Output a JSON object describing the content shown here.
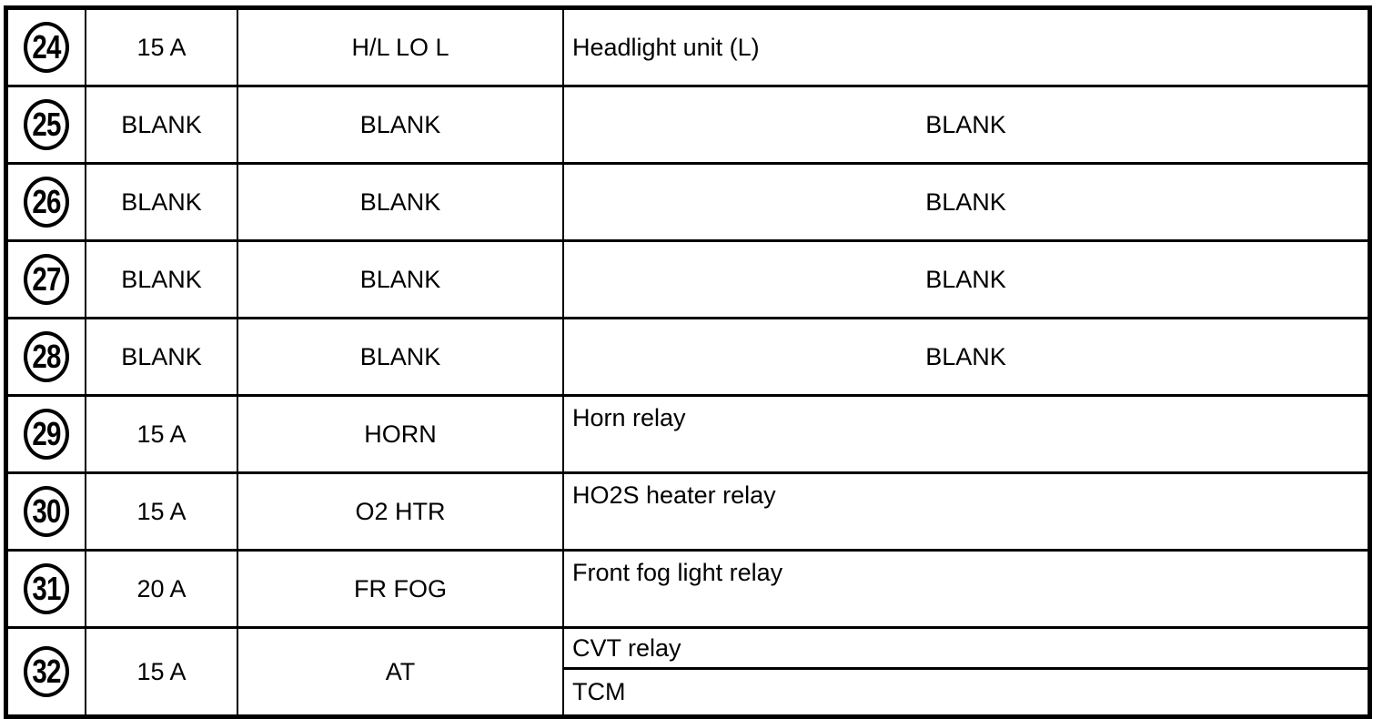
{
  "colors": {
    "line": "#000000",
    "background": "#ffffff",
    "text": "#000000"
  },
  "table": {
    "rows": [
      {
        "num": "24",
        "amp": "15 A",
        "name": "H/L LO L",
        "desc": [
          "Headlight unit (L)"
        ]
      },
      {
        "num": "25",
        "amp": "BLANK",
        "name": "BLANK",
        "desc": [
          "BLANK"
        ]
      },
      {
        "num": "26",
        "amp": "BLANK",
        "name": "BLANK",
        "desc": [
          "BLANK"
        ]
      },
      {
        "num": "27",
        "amp": "BLANK",
        "name": "BLANK",
        "desc": [
          "BLANK"
        ]
      },
      {
        "num": "28",
        "amp": "BLANK",
        "name": "BLANK",
        "desc": [
          "BLANK"
        ]
      },
      {
        "num": "29",
        "amp": "15 A",
        "name": "HORN",
        "desc": [
          "Horn relay"
        ]
      },
      {
        "num": "30",
        "amp": "15 A",
        "name": "O2 HTR",
        "desc": [
          "HO2S heater relay"
        ]
      },
      {
        "num": "31",
        "amp": "20 A",
        "name": "FR FOG",
        "desc": [
          "Front fog light relay"
        ]
      },
      {
        "num": "32",
        "amp": "15 A",
        "name": "AT",
        "desc": [
          "CVT relay",
          "TCM"
        ]
      }
    ]
  }
}
